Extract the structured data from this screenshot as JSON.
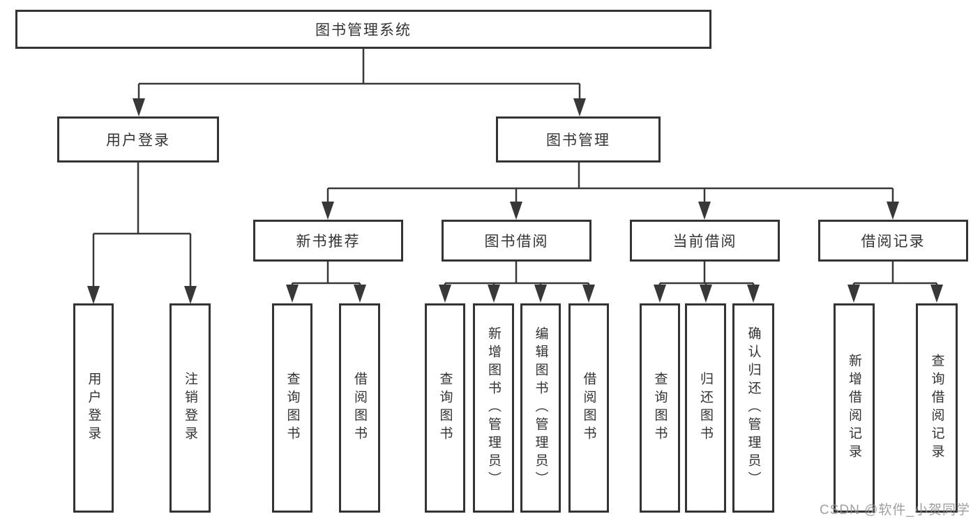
{
  "tree": {
    "root": {
      "label": "图书管理系统"
    },
    "branches": [
      {
        "label": "用户登录",
        "children": [
          {
            "label": "用户登录"
          },
          {
            "label": "注销登录"
          }
        ]
      },
      {
        "label": "图书管理",
        "sections": [
          {
            "label": "新书推荐",
            "children": [
              {
                "label": "查询图书"
              },
              {
                "label": "借阅图书"
              }
            ]
          },
          {
            "label": "图书借阅",
            "children": [
              {
                "label": "查询图书"
              },
              {
                "label": "新增图书（管理员）"
              },
              {
                "label": "编辑图书（管理员）"
              },
              {
                "label": "借阅图书"
              }
            ]
          },
          {
            "label": "当前借阅",
            "children": [
              {
                "label": "查询图书"
              },
              {
                "label": "归还图书"
              },
              {
                "label": "确认归还（管理员）"
              }
            ]
          },
          {
            "label": "借阅记录",
            "children": [
              {
                "label": "新增借阅记录"
              },
              {
                "label": "查询借阅记录"
              }
            ]
          }
        ]
      }
    ]
  },
  "watermark": {
    "text": "CSDN @软件_小贺同学"
  },
  "colors": {
    "line": "#383838",
    "box_border": "#333333",
    "text": "#333333",
    "watermark": "#8f8f8f",
    "background": "#ffffff"
  }
}
